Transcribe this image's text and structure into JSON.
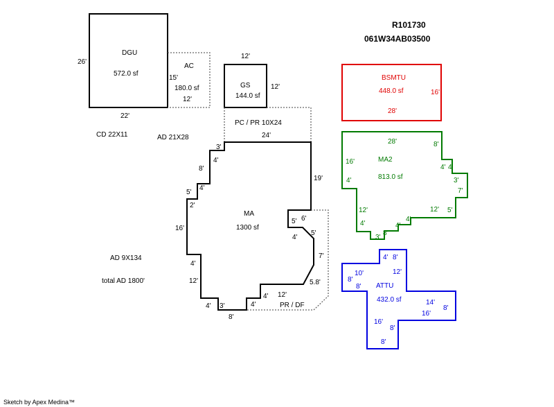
{
  "header": {
    "parcel_id": "R101730",
    "map_number": "061W34AB03500"
  },
  "footer": {
    "credit": "Sketch by Apex Medina™"
  },
  "colors": {
    "black": "#000000",
    "red": "#e00000",
    "green": "#007a00",
    "blue": "#0000e0",
    "dotted": "#666666"
  },
  "notes": {
    "cd": "CD  22X11",
    "ad1": "AD  21X28",
    "ad2": "AD  9X134",
    "total": "total AD  1800'"
  },
  "areas": {
    "dgu": {
      "name": "DGU",
      "size": "572.0 sf",
      "dims": [
        "26'",
        "22'"
      ]
    },
    "ac": {
      "name": "AC",
      "size": "180.0 sf",
      "dims": [
        "15'",
        "12'"
      ]
    },
    "gs": {
      "name": "GS",
      "size": "144.0 sf",
      "dims": [
        "12'",
        "12'"
      ]
    },
    "pc": {
      "name": "PC / PR  10X24"
    },
    "ma": {
      "name": "MA",
      "size": "1300 sf",
      "dims": [
        "24'",
        "3'",
        "4'",
        "8'",
        "4'",
        "5'",
        "2'",
        "16'",
        "4'",
        "12'",
        "4'",
        "3'",
        "8'",
        "4'",
        "4'",
        "12'",
        "5.8'",
        "7'",
        "5'",
        "4'",
        "5'",
        "6'",
        "19'"
      ]
    },
    "prdf": {
      "name": "PR / DF"
    },
    "bsmtu": {
      "name": "BSMTU",
      "size": "448.0 sf",
      "dims": [
        "16'",
        "28'"
      ]
    },
    "ma2": {
      "name": "MA2",
      "size": "813.0 sf",
      "dims": [
        "28'",
        "8'",
        "4'",
        "4'",
        "3'",
        "7'",
        "5'",
        "12'",
        "4'",
        "4'",
        "8'",
        "3'",
        "4'",
        "12'",
        "4'",
        "16'"
      ]
    },
    "attu": {
      "name": "ATTU",
      "size": "432.0 sf",
      "dims": [
        "4'",
        "8'",
        "12'",
        "10'",
        "8'",
        "8'",
        "14'",
        "16'",
        "8'",
        "16'",
        "8'",
        "8'"
      ]
    }
  }
}
